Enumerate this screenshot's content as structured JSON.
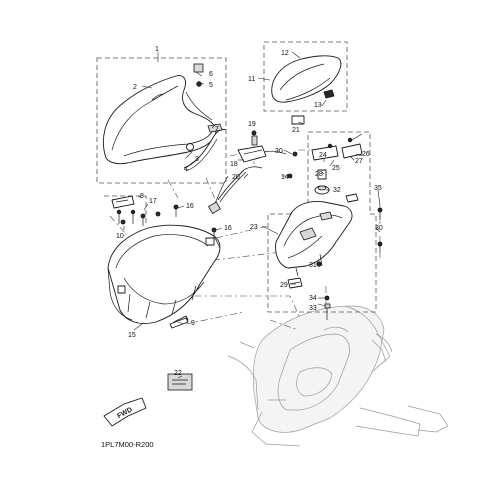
{
  "diagram": {
    "code": "1PL7M00-R200",
    "fwd_label": "FWD",
    "callouts": {
      "c1": "1",
      "c2": "2",
      "c3": "3",
      "c4": "4",
      "c5": "5",
      "c6": "6",
      "c7": "7",
      "c8": "8",
      "c9": "9",
      "c10": "10",
      "c11": "11",
      "c12": "12",
      "c13": "13",
      "c14": "14",
      "c15": "15",
      "c16a": "16",
      "c16b": "16",
      "c17": "17",
      "c18": "18",
      "c19": "19",
      "c20": "20",
      "c21": "21",
      "c22": "22",
      "c23": "23",
      "c24": "24",
      "c25": "25",
      "c26": "26",
      "c27": "27",
      "c28": "28",
      "c29": "29",
      "c30a": "30",
      "c30b": "30",
      "c31": "31",
      "c32": "32",
      "c33": "33",
      "c34": "34",
      "c35": "35"
    }
  }
}
